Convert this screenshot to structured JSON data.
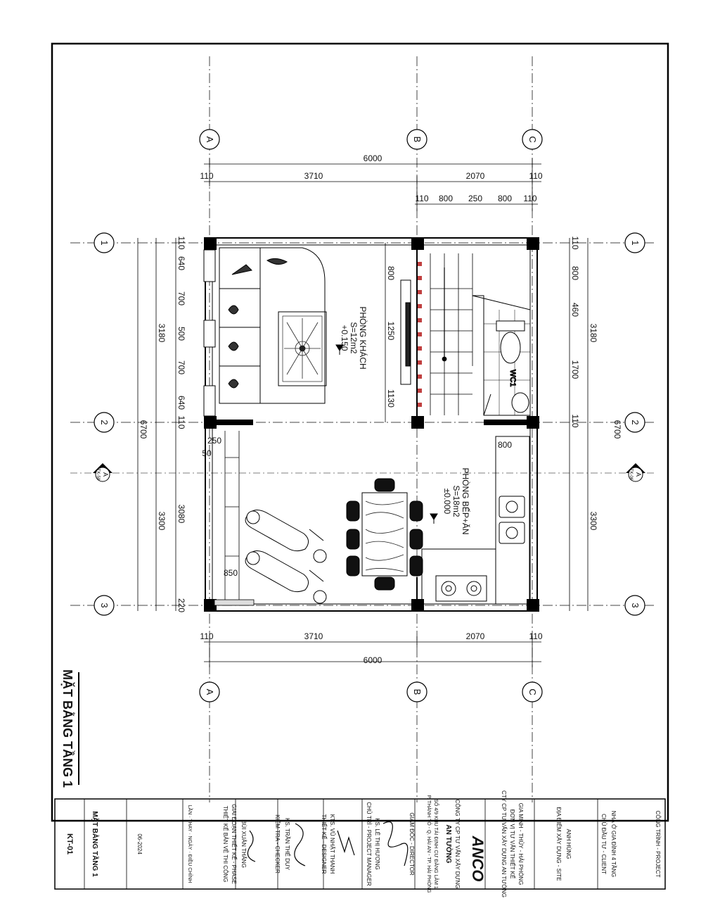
{
  "drawing": {
    "title": "MẶT BẰNG TẦNG 1",
    "grid_columns": [
      "A",
      "B",
      "C"
    ],
    "grid_rows": [
      "1",
      "2",
      "3"
    ],
    "section_mark": {
      "letter": "A",
      "ref_left": "TK-58",
      "ref_right": "TK-06"
    },
    "dims_horizontal": {
      "overall": "6000",
      "segments": [
        "110",
        "3710",
        "2070",
        "110"
      ],
      "stair": [
        "110",
        "800",
        "250",
        "800",
        "110"
      ]
    },
    "dims_vertical": {
      "overall": "6700",
      "spans": [
        "3180",
        "3300"
      ],
      "left_detail": [
        "110",
        "640",
        "700",
        "500",
        "700",
        "640",
        "110",
        "3080",
        "220"
      ],
      "right_detail": [
        "110",
        "800",
        "460",
        "1700",
        "110"
      ],
      "inner_living": [
        "800",
        "1250",
        "1130"
      ],
      "small": [
        "250",
        "50",
        "850",
        "800"
      ]
    },
    "rooms": [
      {
        "name": "PHÒNG KHÁCH",
        "area": "S=12m2",
        "level": "+0.150"
      },
      {
        "name": "PHÒNG BẾP+ĂN",
        "area": "S=18m2",
        "level": "±0.000"
      },
      {
        "name": "WC1"
      }
    ]
  },
  "title_block": {
    "project_label": "CÔNG TRÌNH - PROJECT",
    "project_name": "NHÀ Ở GIA ĐÌNH 4 TẦNG",
    "client_label": "CHỦ ĐẦU TƯ - CLIENT",
    "client_name": "ANH HÙNG",
    "site_label": "ĐỊA ĐIỂM XÂY DỰNG - SITE",
    "site_name": "GIA MINH - THỦY - HẢI PHÒNG",
    "consultant_label": "ĐƠN VỊ TƯ VẤN THIẾT KẾ",
    "consultant_name": "CTY CP TƯ VẤN XÂY DỰNG AN TƯỜNG",
    "logo_text": "ANCO",
    "company_line1": "CÔNG TY CP TƯ VẤN XÂY DỰNG",
    "company_line2": "AN TƯỜNG",
    "company_address1": "SỐ 4/9 KHU TÁI ĐỊNH CƯ ĐẰNG LÂM 1",
    "company_address2": "P. THÀNH TÔ - Q. HẢI AN - TP. HẢI PHÒNG",
    "director_label": "GIÁM ĐỐC - DIRECTOR",
    "director_name": "KS. LÊ THỊ HƯƠNG",
    "pm_label": "CHỦ TRÌ - PROJECT MANAGER",
    "pm_name": "KTS. VŨ NHẬT THANH",
    "designer_label": "THIẾT KẾ - DESIGNER",
    "designer_name": "KS. TRẦN THẾ DUY",
    "checker_label": "KIỂM TRA - CHECKER",
    "checker_name": "BÙI XUÂN THẮNG",
    "phase_label": "GIAI ĐOẠN THIẾT KẾ - PHASE",
    "phase_value": "THIẾT KẾ BẢN VẼ THI CÔNG",
    "revision_header": "LẦN · THAY · NGÀY · ĐIỀU CHỈNH",
    "date_value": "06-2024",
    "sheet_title": "MẶT BẰNG TẦNG 1",
    "sheet_no": "KT-01"
  }
}
